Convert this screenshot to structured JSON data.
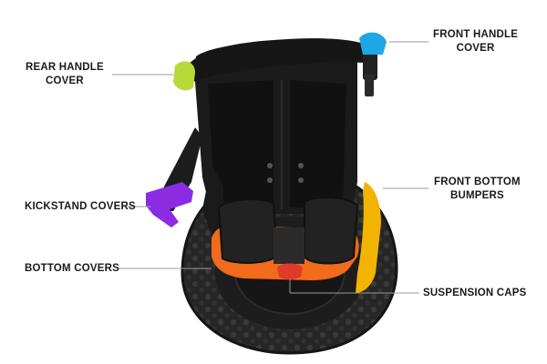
{
  "labels": {
    "rear_handle": [
      "REAR HANDLE",
      "COVER"
    ],
    "front_handle": [
      "FRONT HANDLE",
      "COVER"
    ],
    "kickstand": [
      "KICKSTAND COVERS"
    ],
    "front_bottom": [
      "FRONT BOTTOM",
      "BUMPERS"
    ],
    "bottom_covers": [
      "BOTTOM COVERS"
    ],
    "suspension": [
      "SUSPENSION CAPS"
    ]
  },
  "colors": {
    "rear_handle_cover": "#b8d93a",
    "front_handle_cover": "#1ea7e6",
    "kickstand_covers": "#8b2be2",
    "front_bottom_bumpers": "#f2b400",
    "bottom_covers": "#f26a1b",
    "suspension_caps": "#e03a2a",
    "body": "#1b1b1b",
    "tire": "#2a2a2a",
    "leader_line": "#9a9a9a"
  }
}
